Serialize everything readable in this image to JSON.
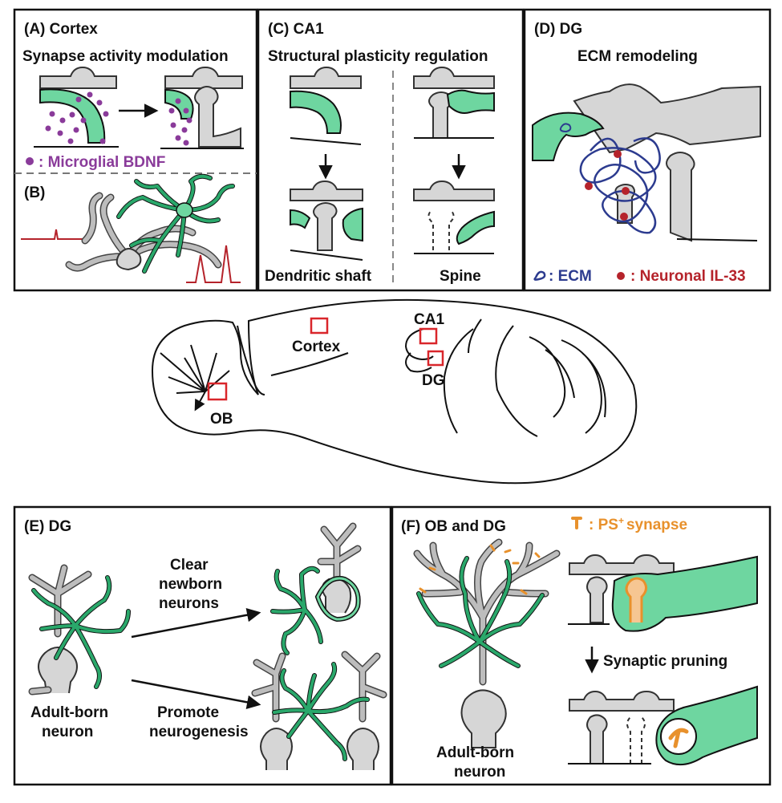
{
  "panels": {
    "A": {
      "title": "(A) Cortex",
      "subtitle": "Synapse activity modulation",
      "legend": ": Microglial BDNF"
    },
    "B": {
      "title": "(B)"
    },
    "C": {
      "title": "(C) CA1",
      "subtitle": "Structural plasticity regulation",
      "left_label": "Dendritic shaft",
      "right_label": "Spine"
    },
    "D": {
      "title": "(D) DG",
      "subtitle": "ECM remodeling",
      "legend_ecm": ": ECM",
      "legend_il33": ": Neuronal IL-33"
    },
    "E": {
      "title": "(E) DG",
      "neuron_label_1": "Adult-born",
      "neuron_label_2": "neuron",
      "top_arrow_1": "Clear",
      "top_arrow_2": "newborn",
      "top_arrow_3": "neurons",
      "bottom_arrow_1": "Promote",
      "bottom_arrow_2": "neurogenesis"
    },
    "F": {
      "title": "(F) OB and DG",
      "legend": ": PS",
      "legend_sup": "+",
      "legend_rest": "synapse",
      "pruning": "Synaptic pruning",
      "neuron_label_1": "Adult-born",
      "neuron_label_2": "neuron"
    }
  },
  "brain": {
    "region_cortex": "Cortex",
    "region_ca1": "CA1",
    "region_dg": "DG",
    "region_ob": "OB"
  },
  "colors": {
    "microglia_green": "#6ed6a0",
    "neuron_gray": "#d6d6d6",
    "bdnf_purple": "#8a3b9a",
    "ecm_blue": "#2c3b8f",
    "il33_red": "#b5232b",
    "region_box_red": "#d9262b",
    "ps_orange": "#e8912c"
  }
}
